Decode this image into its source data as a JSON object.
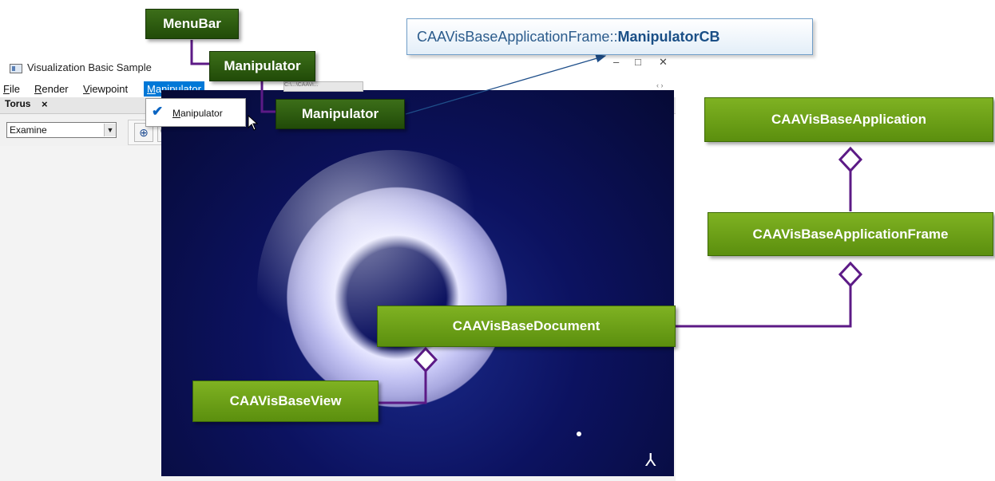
{
  "window": {
    "title": "Visualization Basic Sample",
    "controls": [
      "–",
      "□",
      "✕"
    ]
  },
  "menubar": {
    "items": [
      "File",
      "Render",
      "Viewpoint",
      "Manipulator"
    ]
  },
  "document_tab": {
    "label": "Torus",
    "close": "×",
    "inner_tab": "C:\\...\\CAAVi...",
    "inner_tab_scroll": "‹ ›"
  },
  "viewpoint_select": {
    "value": "Examine",
    "arrow": "▼"
  },
  "toolbar": {
    "icons": [
      "crosshair-icon",
      "zoom-icon",
      "rotate-hand-icon",
      "pan-icon",
      "fit-all-icon",
      "sphere-view-icon"
    ],
    "glyphs": [
      "⊕",
      "🔍",
      "✋",
      "✥",
      "⤧",
      "◐"
    ]
  },
  "dropdown": {
    "item_label": "Manipulator",
    "checked": true,
    "check_glyph": "✔"
  },
  "diagram": {
    "callout": {
      "prefix": "CAAVisBaseApplicationFrame::",
      "method": "ManipulatorCB"
    },
    "labels": {
      "menubar": "MenuBar",
      "manipulator_menu": "Manipulator",
      "manipulator_item": "Manipulator"
    },
    "classes": {
      "application": "CAAVisBaseApplication",
      "application_frame": "CAAVisBaseApplicationFrame",
      "document": "CAAVisBaseDocument",
      "view": "CAAVisBaseView"
    },
    "colors": {
      "class_box": "#6ea11a",
      "label_box": "#2f5d12",
      "connector": "#5c1a86",
      "callout_text": "#2c5c8c"
    }
  }
}
